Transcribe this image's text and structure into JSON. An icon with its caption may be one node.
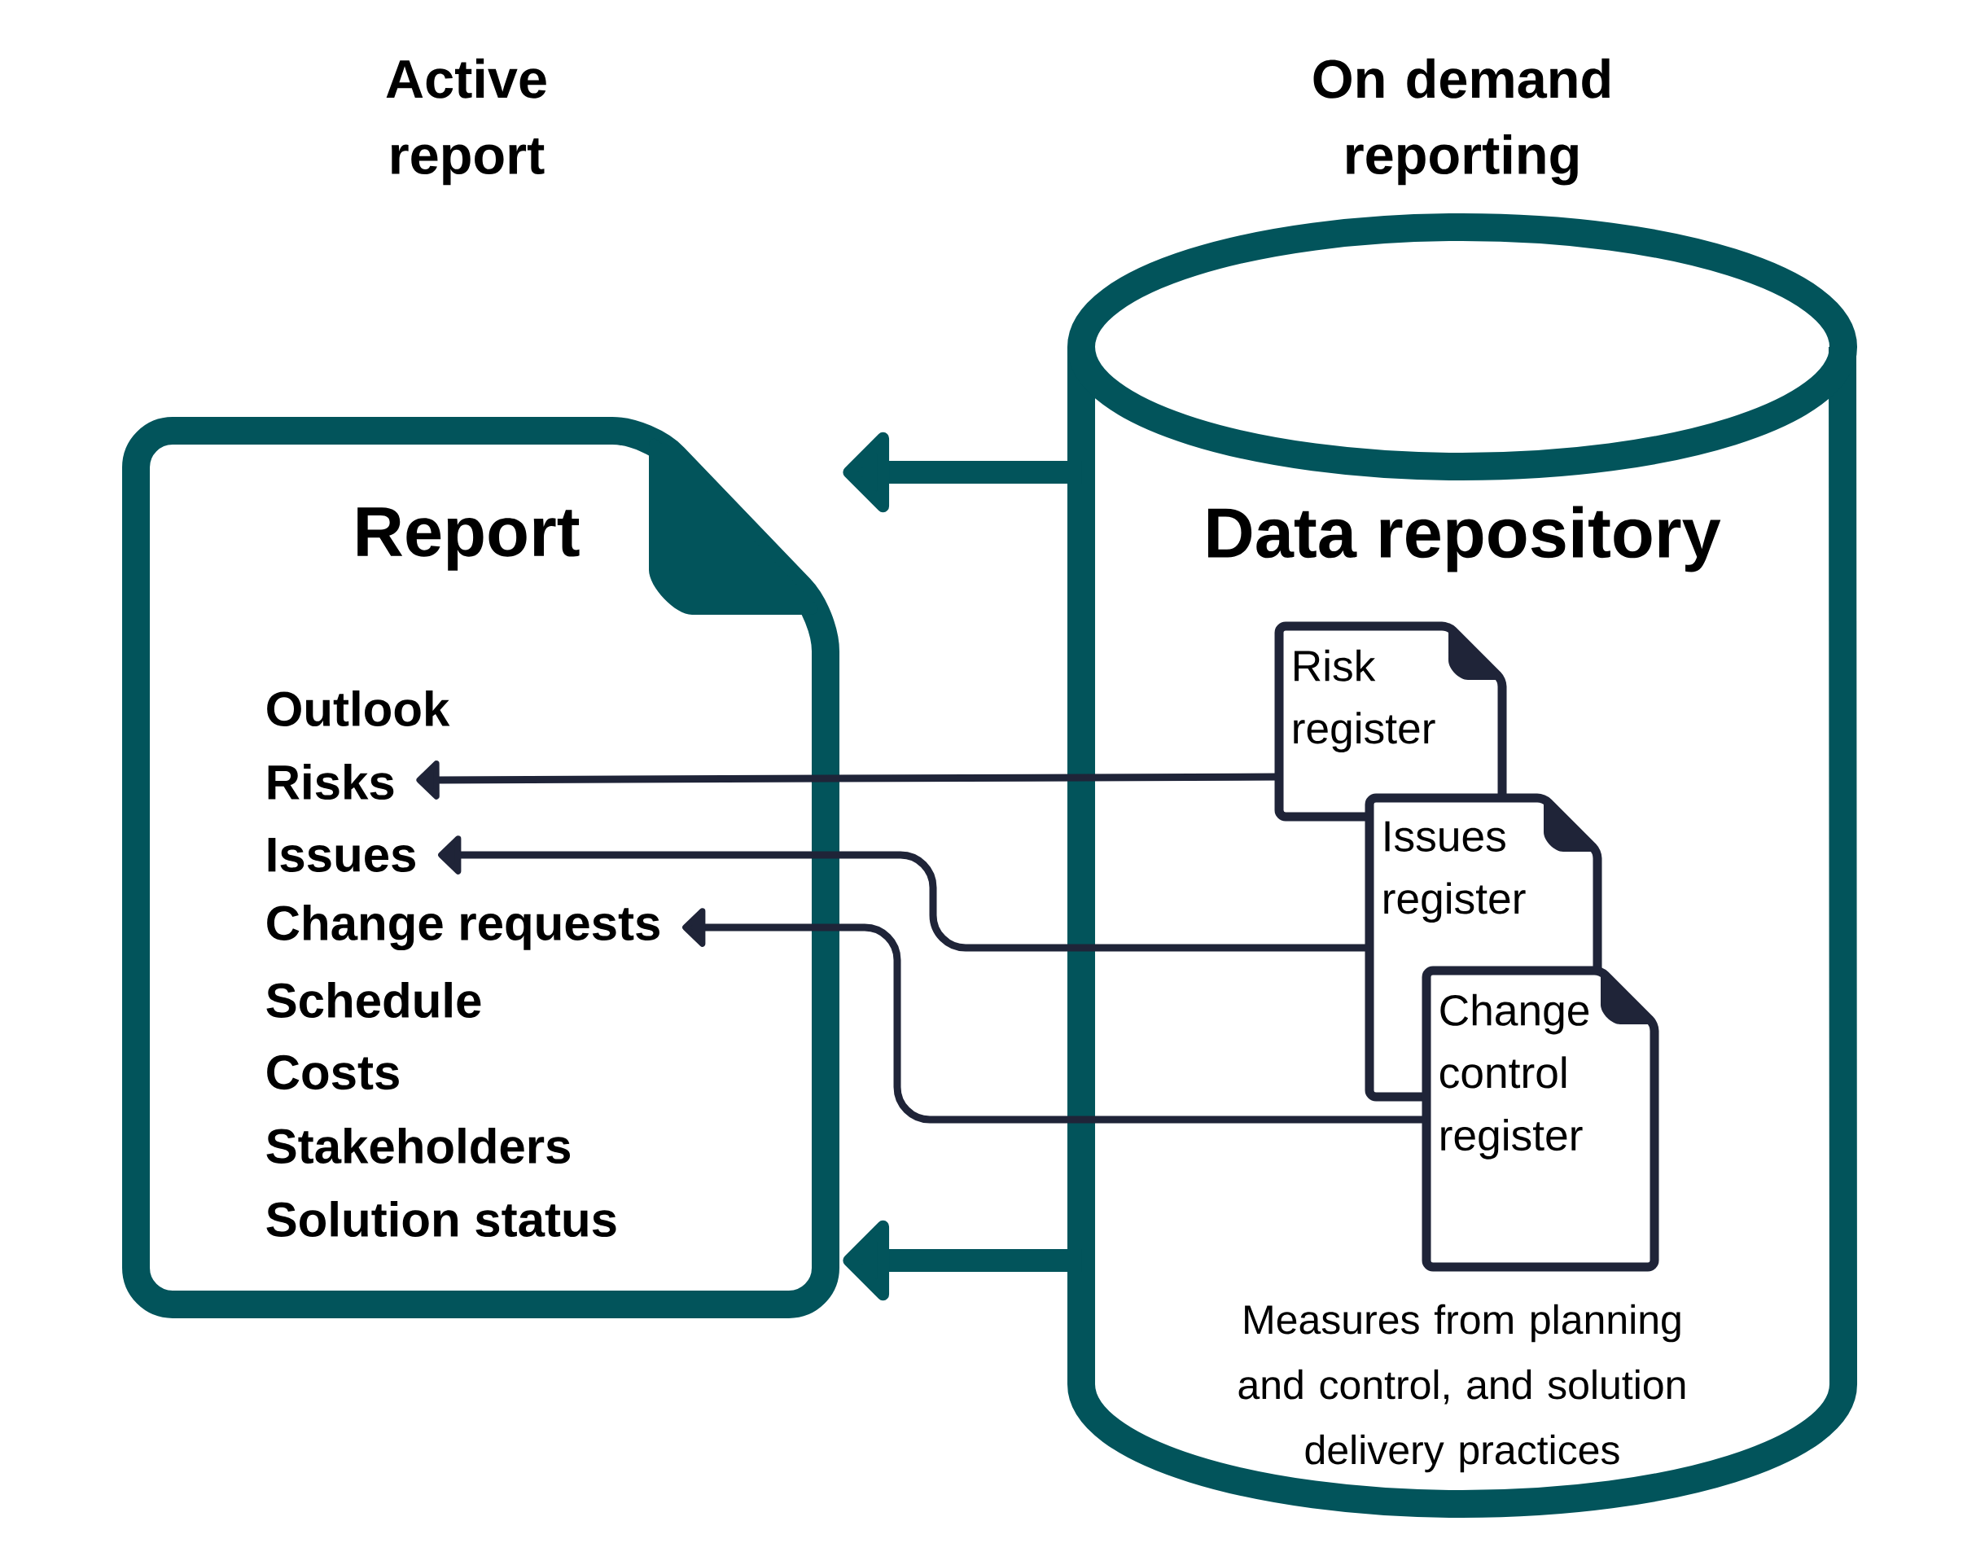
{
  "diagram": {
    "nodes": [
      {
        "text": [
          "Report"
        ]
      },
      {
        "text": [
          "Outlook"
        ],
        "in": 0
      },
      {
        "text": [
          "Risks"
        ],
        "in": 0
      },
      {
        "text": [
          "Issues"
        ],
        "in": 0
      },
      {
        "text": [
          "Change requests"
        ],
        "in": 0
      },
      {
        "text": [
          "Schedule"
        ],
        "in": 0
      },
      {
        "text": [
          "Costs"
        ],
        "in": 0
      },
      {
        "text": [
          "Stakeholders"
        ],
        "in": 0
      },
      {
        "text": [
          "Solution status"
        ],
        "in": 0
      },
      {
        "text": [
          "Data repository",
          "Measures from planning and control, and solution delivery practices"
        ]
      },
      {
        "text": [
          "Risk register"
        ],
        "in": 9
      },
      {
        "text": [
          "Issues register"
        ],
        "in": 9
      },
      {
        "text": [
          "Change control register"
        ],
        "in": 9
      }
    ],
    "edges": [
      {
        "from": 9,
        "to": 0,
        "arrow": "to",
        "style": "thick",
        "color": "#02545b"
      },
      {
        "from": 10,
        "to": 2,
        "arrow": "to"
      },
      {
        "from": 11,
        "to": 3,
        "arrow": "to"
      },
      {
        "from": 12,
        "to": 4,
        "arrow": "to"
      },
      {
        "from": 9,
        "to": 0,
        "arrow": "to",
        "style": "thick",
        "color": "#02545b"
      }
    ],
    "labels": [
      "Active report",
      "On demand reporting"
    ]
  }
}
